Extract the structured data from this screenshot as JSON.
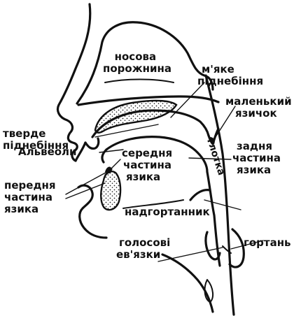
{
  "diagram": {
    "labels": {
      "nasal_cavity": [
        "носова",
        "порожнина"
      ],
      "soft_palate": [
        "м'яке",
        "піднебіння"
      ],
      "uvula": [
        "маленький",
        "язичок"
      ],
      "hard_palate": [
        "тверде",
        "піднебіння"
      ],
      "pharynx": "глотка",
      "back_of_tongue": [
        "задня",
        "частина",
        "язика"
      ],
      "alveoli": "Альвеоли",
      "middle_of_tongue": [
        "середня",
        "частина",
        "язика"
      ],
      "front_of_tongue": [
        "передня",
        "частина",
        "язика"
      ],
      "epiglottis": "надгортанник",
      "larynx": "гортань",
      "vocal_cords": [
        "голосові",
        "ев'язки"
      ]
    }
  }
}
